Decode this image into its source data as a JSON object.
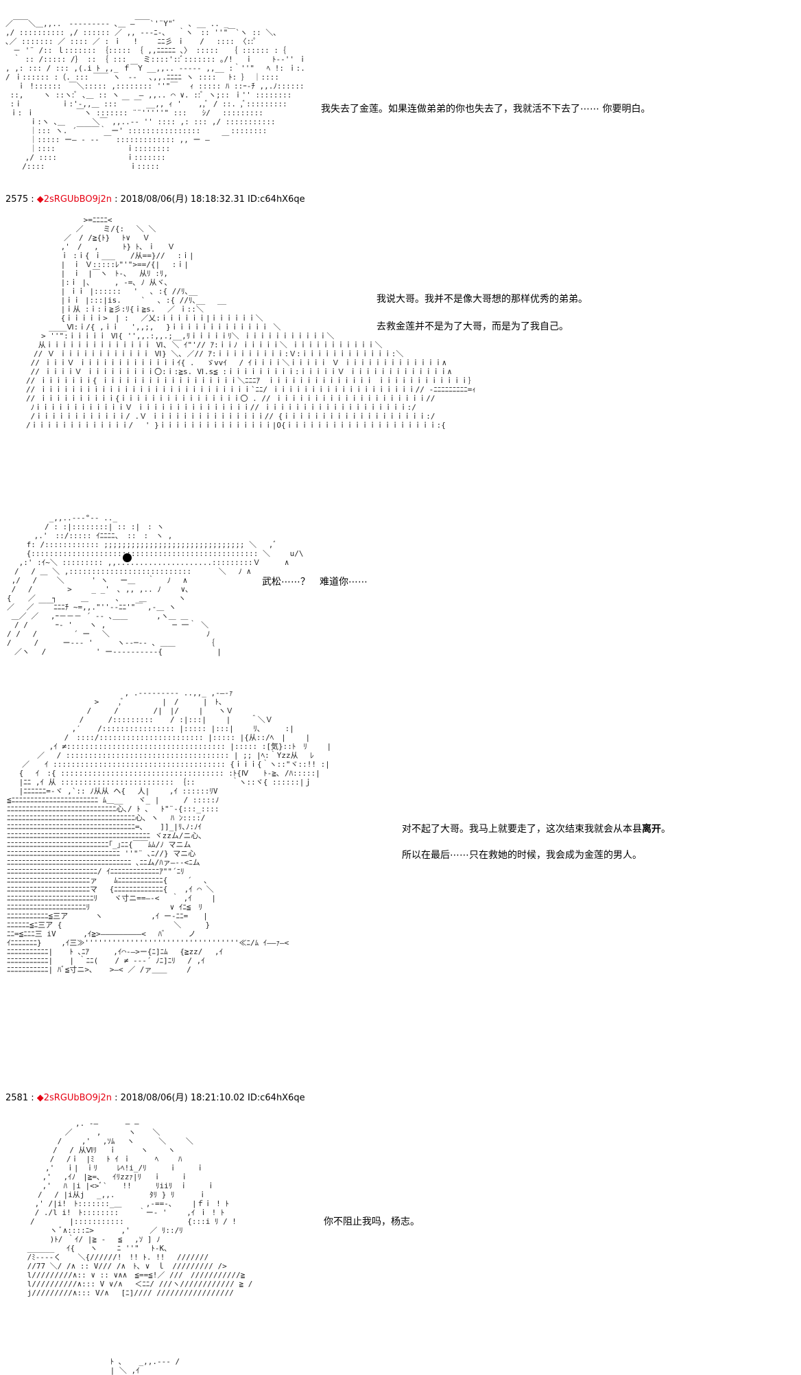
{
  "posts": [
    {
      "number": "2575",
      "sep": " : ",
      "mark": "◆",
      "trip": "2sRGUbBO9j2n",
      "meta": " : 2018/08/06(月) 18:18:32.31 ID:c64hX6qe"
    },
    {
      "number": "2581",
      "sep": " : ",
      "mark": "◆",
      "trip": "2sRGUbBO9j2n",
      "meta": " : 2018/08/06(月) 18:21:10.02 ID:c64hX6qe"
    }
  ],
  "dialogue": {
    "d1": "我失去了金莲。如果连做弟弟的你也失去了，我就活不下去了⋯⋯ 你要明白。",
    "d2": "我说大哥。我并不是像大哥想的那样优秀的弟弟。",
    "d3": "去救金莲并不是为了大哥，而是为了我自己。",
    "d4": "武松⋯⋯？　难道你⋯⋯",
    "d5_main": "对不起了大哥。我马上就要走了，这次结束我就会从本县",
    "d5_bold": "离开",
    "d5_end": "。",
    "d6": "所以在最后⋯⋯只在救她的时候，我会成为金莲的男人。",
    "d7": "你不阻止我吗，杨志。"
  },
  "art": {
    "a1": "／￣￣＼＿,,..　--‐‐‐‐‐-- ､＿ ―￣￣`'¨Y\"ﾞ 　､ __ .. _\n,/ :::::::::: ,/ :::::: ／ ,, --‐ﾆ‐､　 ｀ヽ　:: ''\"￣`ヽ :: ＼､\n､／ ::::::: ／ :::: ／ : ｉ　 !　　 ﾆﾆ彡 ｉ　　/　 :::: 〈::ﾟ\n　－ '¨ /:: ｌ::::::: ｛::::: ｛ ,,ﾆﾆﾆﾆﾆ ､〉 :::::　　｛ :::::: :｛\n　｀ :: /::::: /｝ :: ｛ ::: 　 ミ::::'::ﾞ::::::: ｡/!　 ｉ　 　ﾄ-‐'' ｉ\n, ,: ::: / ::: ,(.i ﾄ ,,_ ｆ￣Y __,,.. ---‐‐ ,,__ :｀''\"　 ﾍ !: ｉ:.\n/ ｉ:::::: :（. ::: ￣￣ ヽ　‐- 　､,,.ﾆﾆﾆﾆ ヽ ::::　 ﾄ: ｝ ｜::::\n　 ｉ !::::::　￣＼::::: ,:::::::: ''\"￣ 　ｨ ::::: ﾊ ::ｰ-ﾁ ,,.ﾉ::::::\n ::,　 　ヽ ::ヽ:ﾞ ､＿ :: ヽ　　 ― ,,.. ⌒ ∨. ::ﾞ ヽ;:: ｉ'' ::::::::\n :ｉ　 　　　 ｉ:'-,,＿ ::: ￣ ￣ __,, ｨ ' 　 ,,ﾞ / ::. ,ﾞ:::::::::\n ｉ: ｉ　　　　　 ￣ヽ ::::::: ¨¨'''''\" :::　　ｼ/　 :::::::::\n 　　 ｉ:ヽ ､＿　　　 ＼￣ ,,..-‐ '' :::: ,: ::: ,/ :::::::::::\n 　　 ｜::: ヽ. ´￣￣￣｀ ー' ::::::::::::::::　　　　::::::::\n 　　 ｜::::: ー― ‐ ‐‐ ￣ ::::::::::::: ,, ー ―　 ￣\n 　　 ｜:::: 　 　　　　 　　 ｉ::::::::\n　　 ,/ :::: 　　　　　　　　 ｉ:::::::\n 　 /::::　　　　　　　　　 　 ｉ:::::",
    "a2": "　　　　　　　 >=ﾆﾆﾆﾆ<\n　　　　　　 ／　　 ミ/{:　 ＼ ＼\n　　　　　／　/ /≧{ﾄ}　 ﾄ∨　 Ｖ\n　　　　 ,'　/　 ,　 　 ﾄ} ﾄ､ ｉ 　Ｖ\n　　　　 ｉ :ｉ{ ｉ___　　/从==}//　 :ｉ|\n　　　　 |　ｉ Ｖ:::::ﾚ\"'\">==/{|　 :ｉ|\n　　　　 |　ｉ　|￣ヽ　ﾄ-､　 从ﾘ :ﾘ,\n　　　　 |:ｉ |､ 　　 , -=､ ﾉ 从ヾ､\n　　　　 | ｉｉ |::::::　 '　 ､ :{ //ﾘ､__\n　　　　 |ｉｉ |:::|is.　　 `　 ､ :{ //ﾘ､__　 __\n　　　　 |ｉ从 :ｉ:ｉ≧彡:ﾘ{ｉ≧s.　 ／ ｉ::＼\n　　　　 {ｉｉｉｉｉ>　| :　 ／乂:ｉｉｉｉｉｉ|ｉｉｉｉｉｉ＼\n　　　____Ⅵ:ｉ/{ ,ｉｉ　 ',,;,　 }ｉｉｉｉｉｉｉｉｉｉｉｉｉ ＼\n　　> ''\":ｉｉｉｉｉ Ⅵ{ '',,.:,,.;__,ﾘｉｉｉｉｉﾘ＼ ｉｉｉｉｉｉｉｉｉｉｉ＼\n　 从ｉｉｉｉｉｉｉｉｉｉｉｉｉｉ Ⅵ､ ＼ ｲ\"'// ｱ:ｉｉﾉ ｉｉｉｉｉ＼ ｉｉｉｉｉｉｉｉｉｉｉ＼\n　// Ｖ ｉｉｉｉｉｉｉｉｉｉｉｉ Ⅵ} ＼､ ／// ｱ:ｉｉｉｉｉｉｉｉｉ:Ｖ:ｉｉｉｉｉｉｉｉｉｉｉｉ:＼\n // ｉｉｉＶ ｉｉｉｉｉｉｉｉｉｉｉｉｉｲ{ .　 ゞvvｲ　 / ｲｉｉｉｉ＼ｉｉｉｉｉ Ｖ ｉｉｉｉｉｉｉｉｉｉｉｉｉ∧\n // ｉｉｉｉＶ ｉｉｉｉｉｉｉｉｉ〇:ｉ:≧s. Ⅵ.s≦ :ｉｉｉｉｉｉｉｉｉ:ｉｉｉｉｉＶ ｉｉｉｉｉｉｉｉｉｉｉｉｉ∧\n// ｉｉｉｉｉｉｉ{ ｉｉｉｉｉｉｉｉｉｉｉｉｉｉｉｉｉｉ＼ﾆﾆﾆｱ　ｉｉｉｉｉｉｉｉｉｉｉｉｉｉ ｉｉｉｉｉｉｉｉｉｉｉｉ｝\n// ｉｉｉｉｉｉｉｉｉｉｉｉｉｉｉｉｉｉｉｉｉｉｉｉｉｉｉｉ`ﾆﾆ/ ｉｉｉｉｉｉｉｉｉｉｉｉｉｉｉｉｉｉｉ// ‐ﾆﾆﾆﾆﾆﾆﾆﾆﾆ=ｨ\n// ｉｉｉｉｉｉｉｉｉｉ{ｉｉｉｉｉｉｉｉｉｉｉｉｉｉｉｉ〇 . // ｉｉｉｉｉｉｉｉｉｉｉｉｉｉｉｉｉｉｉｉ//\n ﾉｉｉｉｉｉｉｉｉｉｉｉｉＶ ｉｉｉｉｉｉｉｉｉｉｉｉｉｉｉ// ｉｉｉｉｉｉｉｉｉｉｉｉｉｉｉｉｉｉｉ:/\n /ｉｉｉｉｉｉｉｉｉｉｉｉ/ .Ｖ ｉｉｉｉｉｉｉｉｉｉｉｉｉｉｉ// {ｉｉｉｉｉｉｉｉｉｉｉｉｉｉｉｉｉｉｉ:/\n/ｉｉｉｉｉｉｉｉｉｉｉｉｉ/　 ' }ｉｉｉｉｉｉｉｉｉｉｉｉｉｉｉ|O{ｉｉｉｉｉｉｉｉｉｉｉｉｉｉｉｉｉｉｉｉ:{",
    "a3": "　　　　　 _,,..--‐°‐- .._\n　　　　　/ : :|::::::::| :: :|　: ヽ\n　　　 ,.'　::/::::: ｲﾆﾆﾆﾆ、 ::　:　ヽ ,\n　　 f: /:::::::::::: ;;;;;;;;;;;;;;;;;;;;;;;;;;;;;;; ＼　 ,ﾞ\n　　 {:::::::::::::::::::::::::::::::::::::::::::::::::: ＼　　 u/\\\n　 ,:' :ｲ~＼ ::::::::: ,,.....................:::::::::Ｖ　 　 ∧\n　/　 / ＿ ＼ ,:::::::::::::::::::::::::::　　　 ＼　 ﾉ ∧\n ,/　 /　　 ＼　　　 ' ヽ 　ー＿　 ｀　 ﾉ　 ∧\n /　 /　　　　 >　　 _ _'　､ ,, ,.. ﾉ　　 ∨､\n{ 　 ／ 　 ┐ 　　 ＿　　　 ､　　 ＿　　 　 ヽ\n／　 ／ ￣￣ﾆﾆﾆﾁ ~=,,.\"''--ﾆﾆ'\"￣ ,-＿ ヽ\n ＿／ ／　 ,ｰ－－－ ´ ‐- ､＿＿ 　 　 ,ヽ＿ ＿\n　/ /　　 　ｰ- ' 　 ヽ ,　　 　 　　　　 ─ 一｀ ＼\n/ /　 / 　 　　 ´ ー　 ＼　 　 　 　 　 　 　 　 ﾉ\n/　　　/ 　　 ー--- ' 　　 ヽ--─-- ､ ＿＿ 　　　 ｛\n　／ヽ　 /　　　　　　 ' ー----------{ 　　　　　　 |",
    "a4": "　　　　　　　　　　　　　　 　, .-‐‐‐‐‐‐-- ..,,_ ,-―‐ｧ\n　　　　　　　　　　　 >　　 ,ﾞ　　　　　|　/　 　 |　ﾄ､\n　　　　　　　　　　 /　　　/　　　　 /|　|/　　 |　　ヽＶ\n　　　　　　　　　 /　 　 /::::::::: 　 / :|:::|　　 |　　 ＾＼Ｖ\n　　　　　　　　 ,′ 　 /:::::::::::::::: |::::: |:::|　　 ﾘ､ 　　 :|\n　　　　　　　 /　::::/::::::::::::::::::::::: |::::: |{从::/ﾍ　|　 　|\n　　　　　 ,ｲ ≠::::::::::::::::::::::::::::::::::: |::::: :[気}::ﾄ　ﾘ　 　|\n　　　　／　 / :::::::::::::::::::::::::::::::::::: | ;; |ﾍ:｀Yzz从　 ﾚ\n　　／　　ｲ :::::::::::::::::::::::::::::::::::::: {ｉｉｉ{｀ヽ::\"ヾ::!! :|\n　 {　 ｲ　:{ :::::::::::::::::::::::::::::::::::: :ﾄ{Ⅳ　　ﾄ-≧､ /ﾊ:::::|\n　 |ﾆﾆ ,ｲ 从 ::::::::::::::::::::::::: ｛:: 　 　　 ｀ヽ::ヾ{ ::::::|ｊ\n　 |ﾆﾆﾆﾆﾆﾆ=-ヾ ,`:: ﾉ从从 ヘ{ 　人|　　 ,ｲ ::::::ﾘV\n≦ﾆﾆﾆﾆﾆﾆﾆﾆﾆﾆﾆﾆﾆﾆﾆﾆﾆﾆﾆﾆﾆﾆﾆ ﾑ＿__　　ヾ_ |　 　 / :::::ﾉ\nﾆﾆﾆﾆﾆﾆﾆﾆﾆﾆﾆﾆﾆﾆﾆﾆﾆﾆﾆﾆﾆﾆﾆﾆﾆﾆﾆﾆﾆ心､/ ﾄ ､　 ﾄ\"¨‐{:::_::::\nﾆﾆﾆﾆﾆﾆﾆﾆﾆﾆﾆﾆﾆﾆﾆﾆﾆﾆﾆﾆﾆﾆﾆﾆﾆﾆﾆﾆﾆﾆﾆﾆﾆﾆ心､ ヽ 　ﾊ ﾝ::::/\nﾆﾆﾆﾆﾆﾆﾆﾆﾆﾆﾆﾆﾆﾆﾆﾆﾆﾆﾆﾆﾆﾆﾆﾆﾆﾆﾆﾆﾆﾆﾆﾆﾆﾆ=､ 　 ]]_|ﾘ､ﾉ:ﾉｲ\nﾆﾆﾆﾆﾆﾆﾆﾆﾆﾆﾆﾆﾆﾆﾆﾆﾆﾆﾆﾆﾆﾆﾆﾆﾆﾆﾆﾆﾆﾆﾆﾆﾆﾆﾆﾆﾆﾆ ヾzzム/ニ心､\nﾆﾆﾆﾆﾆﾆﾆﾆﾆﾆﾆﾆﾆﾆﾆﾆﾆﾆﾆﾆﾆﾆﾆﾆﾆﾆﾆ｢_｣ﾆﾆ{￣￣ﾑﾑ/ﾉ マニム\nﾆﾆﾆﾆﾆﾆﾆﾆﾆﾆﾆﾆﾆﾆﾆﾆﾆﾆﾆﾆﾆﾆﾆﾆﾆﾆﾆﾆﾆﾆ ''\"¨ ､ﾆ//} マニ心\nﾆﾆﾆﾆﾆﾆﾆﾆﾆﾆﾆﾆﾆﾆﾆﾆﾆﾆﾆﾆﾆﾆﾆﾆﾆﾆﾆﾆﾆﾆﾆﾆﾆ ､ﾆﾆム/ﾊァ―‐‐<ﾆム\nﾆﾆﾆﾆﾆﾆﾆﾆﾆﾆﾆﾆﾆﾆﾆﾆﾆﾆﾆﾆﾆﾆﾆﾆ/ ｲﾆﾆﾆﾆﾆﾆﾆﾆﾆﾆﾆﾆﾆｱ\"\"´ﾆﾘ\nﾆﾆﾆﾆﾆﾆﾆﾆﾆﾆﾆﾆﾆﾆﾆﾆﾆﾆﾆﾆﾆﾆァ 　 ﾑﾆﾆﾆﾆﾆﾆﾆﾆﾆﾆﾆﾆ{　　 ´　 ､\nﾆﾆﾆﾆﾆﾆﾆﾆﾆﾆﾆﾆﾆﾆﾆﾆﾆﾆﾆﾆﾆﾆマ　 {ﾆﾆﾆﾆﾆﾆﾆﾆﾆﾆﾆﾆﾆ{ 　 ,ｲ ⌒ ＼\nﾆﾆﾆﾆﾆﾆﾆﾆﾆﾆﾆﾆﾆﾆﾆﾆﾆﾆﾆﾆﾆﾆﾆﾘ 　 ヾ寸ニ==―‐<　 ｀ ,ｲ　 　|\nﾆﾆﾆﾆﾆﾆﾆﾆﾆﾆﾆﾆﾆﾆﾆﾆﾆﾆﾆﾆﾆﾘ　　　　　　　　　　 ∨ ｲﾆ≦　ﾘ\nﾆﾆﾆﾆﾆﾆﾆﾆﾆﾆﾆ≦三ア　　　 ヽ　 　 　 　 ,ｲ ー‐ﾆﾆ=　　|\nﾆﾆﾆﾆﾆﾆ≦ﾆ三ア {　　　　　　　　　 　 　　　 ＼ 　　 }\nﾆﾆ=≦ﾆﾆﾆ三 iV　　　 ,ｲ≧>―――――――――<　 ﾊﾞ　　　ノ\nｲﾆﾆﾆﾆﾆﾆﾆ}　　 ,ｲ三≫''''''''''''''''''''''''''''''''''≪ﾆ/ﾑ ｲ――ｧ―<\nﾆﾆﾆﾆﾆﾆﾆﾆﾆﾆﾆ| 　 ﾄ ､ﾆｱ　 　 ,ｲ⌒‐―>ー{ﾆ]ﾆﾑ　 {≧zz/　 ,ｲ\nﾆﾆﾆﾆﾆﾆﾆﾆﾆﾆﾆ| 　 | ｀ﾆﾆ( 　 / ≠ ‐‐‐´ ﾉﾆ]ﾆﾘ　 / ,ｲ\nﾆﾆﾆﾆﾆﾆﾆﾆﾆﾆﾆ| ﾊﾞ≦寸ニ>､ 　 >―< ／ /ァ＿＿ 　　/",
    "a5": "　　　　　　　　,. ‐―　　　 ― ―\n　　　　　　 ／ 　　 ,　　　 ヽ 　 ＼\n　　　　　 /　　 ,'　 ,ｿﾑ　 ヽ　 　 ＼　　 ＼\n　　　　　/　 / 从Ⅵﾘ 　ｉ　 　 ヽ　　 ヽ\n　　　　 /　 /ｉ　|ﾐ 　ﾄ ｲ ｉ　 　 ﾍ　　 ﾊ\n　　　　,'　 ｉ|　ｉﾘ　　 ﾚﾍ!i_/ﾘ　　　ｉ　　 ｉ\n　　　 ,'　 ,ｲﾉ　|≧=､　 ｲﾘzzｧ|ﾘ　 ｉ　　 ｉ\n　　　 ,'　 ﾊ |i |<>ﾞ`　　!!　 　 ﾘiiﾘ　ｉ　　 ｉ\n　　　/　 / |i从j　 _,,.　　　　 ﾀﾘ } ﾘ　 　 ｉ\n　　 ,' /|i!　ﾄ:::::::_＿ 　　 ,-==-､　　 |ｆｉ ! ﾄ\n　　 / ./l i!　ﾄ::::::::　　 ｀ー- '　　 ,ｲ ｉ ! ﾄ\n　　/　　　　 |::::::::::: 　　 　　　 　 {:::i ﾘ / !\n　　　　 ヽ ﾞ∧::::ﾆ>　　　 ,'　　 ／ ﾘ::/ﾘ\n　　　　 )ﾄ/ ｀ｲ/ |≧ - 　≦　 ,ｿ ] ﾉ\n　 ______　 ｲ{　　ヽ　　 ﾆ ''\"　 ﾄ-K､\n 　/ﾐ‐‐--く 　 ＼{//////!　!! ﾄ. !!　 ///////\n 　//77 ＼/ /∧ :: V/// /∧　ﾄ､ ∨　ｌ　///////// />\n 　l/////////∧:: ∨ :: ∨∧∧　≦==≦!／ ///　///////////≧\n 　l//////////∧::: V ∨/∧ 　＜ﾆﾆ/ ///ヽ//////////// ≧ /\n 　j/////////∧::: V/∧ 　[ﾆ]//// /////////////////",
    "a6": "　　　　 ﾄ ､ 　 _,,.-‐‐ /\n　　　　 | ＼ ,ｲ"
  }
}
